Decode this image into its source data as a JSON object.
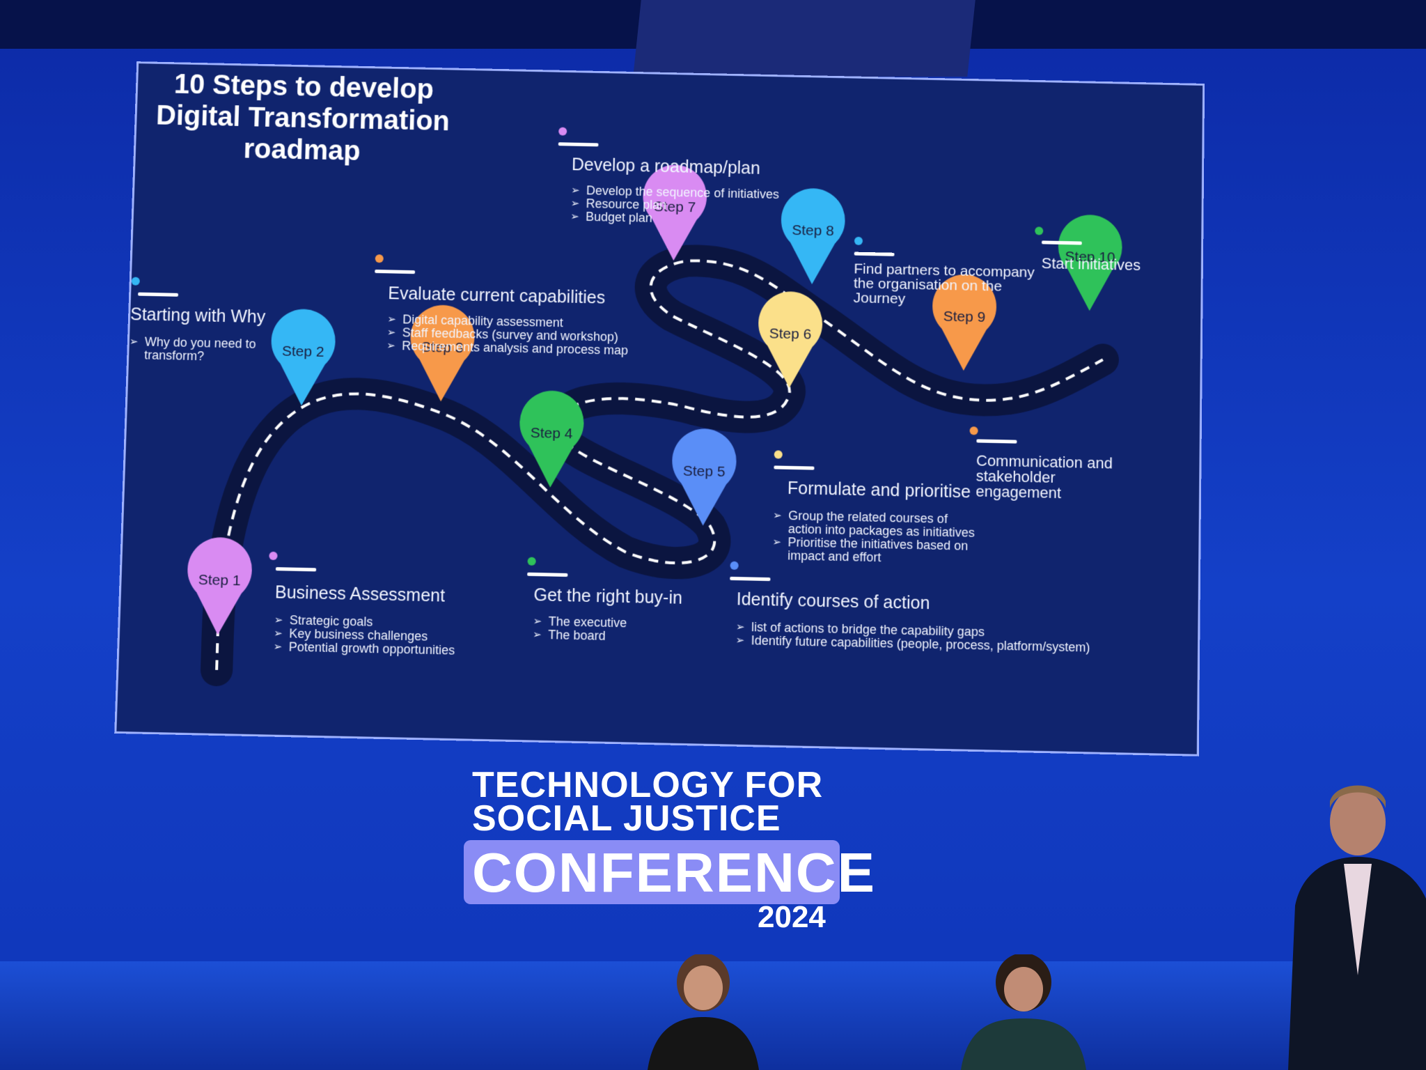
{
  "slide": {
    "title_lines": [
      "10 Steps to develop",
      "Digital Transformation",
      "roadmap"
    ],
    "steps": [
      {
        "pin": "Step 1",
        "heading": "Business Assessment",
        "bullets": [
          "Strategic goals",
          "Key business challenges",
          "Potential growth opportunities"
        ],
        "color": "#d98bf2"
      },
      {
        "pin": "Step 2",
        "heading": "Starting with Why",
        "bullets": [
          "Why do you need to transform?"
        ],
        "color": "#35b7f5"
      },
      {
        "pin": "Step 3",
        "heading": "Evaluate current capabilities",
        "bullets": [
          "Digital capability assessment",
          "Staff feedbacks (survey and workshop)",
          "Requirements analysis and process map"
        ],
        "color": "#f7994a"
      },
      {
        "pin": "Step 4",
        "heading": "Get the right buy-in",
        "bullets": [
          "The executive",
          "The board"
        ],
        "color": "#2fc25a"
      },
      {
        "pin": "Step 5",
        "heading": "Identify courses of action",
        "bullets": [
          "list of actions to bridge the capability gaps",
          "Identify future capabilities (people, process, platform/system)"
        ],
        "color": "#5a8ef7"
      },
      {
        "pin": "Step 6",
        "heading": "Formulate and prioritise",
        "bullets": [
          "Group the related courses of action into packages as initiatives",
          "Prioritise the initiatives based on impact and effort"
        ],
        "color": "#fbe08a"
      },
      {
        "pin": "Step 7",
        "heading": "Develop a roadmap/plan",
        "bullets": [
          "Develop the sequence of initiatives",
          "Resource plan",
          "Budget plan"
        ],
        "color": "#d98bf2"
      },
      {
        "pin": "Step 8",
        "heading": "Find partners to accompany the organisation on the Journey",
        "bullets": [],
        "color": "#35b7f5"
      },
      {
        "pin": "Step 9",
        "heading": "Communication and stakeholder engagement",
        "bullets": [],
        "color": "#f7994a"
      },
      {
        "pin": "Step 10",
        "heading": "Start initiatives",
        "bullets": [],
        "color": "#2fc25a"
      }
    ]
  },
  "conference": {
    "line1": "TECHNOLOGY FOR",
    "line2": "SOCIAL JUSTICE",
    "word": "CONFERENCE",
    "year": "2024"
  },
  "colors": {
    "screen_bg": "#1440c8",
    "slide_bg": "#10246e",
    "road": "#0b1540",
    "road_dash": "#ffffff",
    "badge": "#8a8cf5"
  }
}
